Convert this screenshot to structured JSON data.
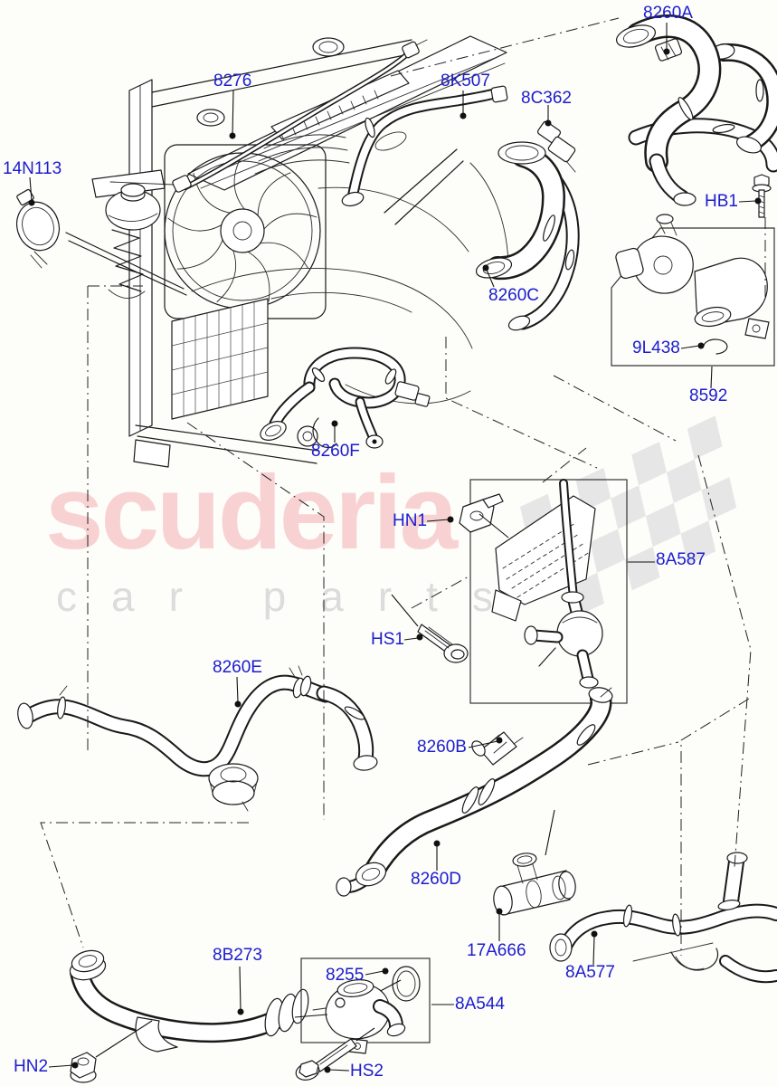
{
  "page": {
    "background": "#fdfdf9"
  },
  "watermark": {
    "title": "scuderia",
    "subtitle": "car parts",
    "title_color": "#f8d2d2",
    "subtitle_color": "#dcdcdc"
  },
  "diagram": {
    "label_color": "#1c1ccf",
    "line_color": "#1a1a1a",
    "labels": [
      {
        "id": "8276",
        "text": "8276"
      },
      {
        "id": "14N113",
        "text": "14N113"
      },
      {
        "id": "8K507",
        "text": "8K507"
      },
      {
        "id": "8C362",
        "text": "8C362"
      },
      {
        "id": "8260A",
        "text": "8260A"
      },
      {
        "id": "HB1",
        "text": "HB1"
      },
      {
        "id": "8260C",
        "text": "8260C"
      },
      {
        "id": "9L438",
        "text": "9L438"
      },
      {
        "id": "8592",
        "text": "8592"
      },
      {
        "id": "8260F",
        "text": "8260F"
      },
      {
        "id": "HN1",
        "text": "HN1"
      },
      {
        "id": "8A587",
        "text": "8A587"
      },
      {
        "id": "HS1",
        "text": "HS1"
      },
      {
        "id": "8260E",
        "text": "8260E"
      },
      {
        "id": "8260B",
        "text": "8260B"
      },
      {
        "id": "8260D",
        "text": "8260D"
      },
      {
        "id": "17A666",
        "text": "17A666"
      },
      {
        "id": "8A577",
        "text": "8A577"
      },
      {
        "id": "8B273",
        "text": "8B273"
      },
      {
        "id": "8255",
        "text": "8255"
      },
      {
        "id": "8A544",
        "text": "8A544"
      },
      {
        "id": "HS2",
        "text": "HS2"
      },
      {
        "id": "HN2",
        "text": "HN2"
      }
    ]
  }
}
